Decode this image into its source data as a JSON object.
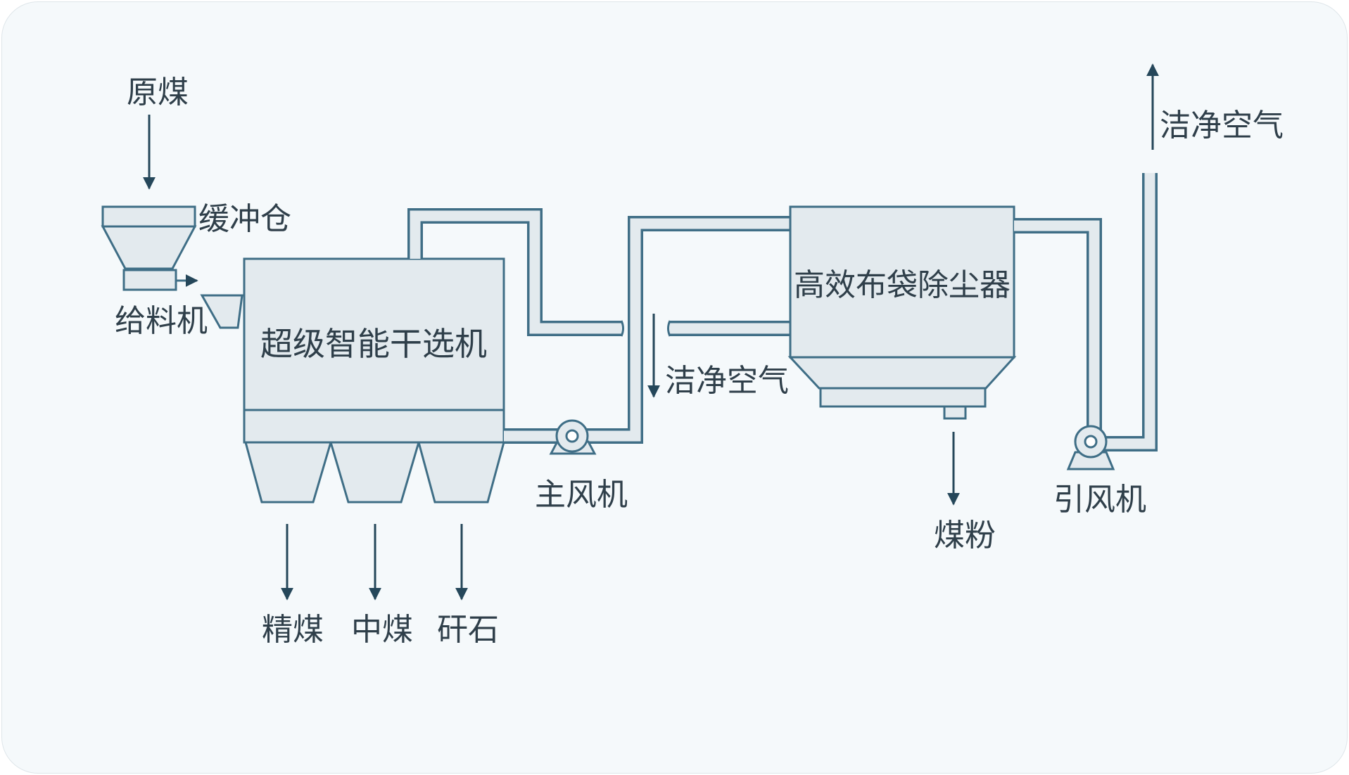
{
  "colors": {
    "background": "#f5f9fb",
    "equipment_fill": "#e3eaee",
    "line": "#3f6e86",
    "arrow": "#25475a",
    "text": "#2f3f4a"
  },
  "labels": {
    "raw_coal": "原煤",
    "buffer_bin": "缓冲仓",
    "feeder": "给料机",
    "separator": "超级智能干选机",
    "main_fan": "主风机",
    "clean_air_mid": "洁净空气",
    "bag_filter": "高效布袋除尘器",
    "coal_powder": "煤粉",
    "induced_fan": "引风机",
    "clean_air_top": "洁净空气",
    "clean_coal": "精煤",
    "middling_coal": "中煤",
    "gangue": "矸石"
  }
}
